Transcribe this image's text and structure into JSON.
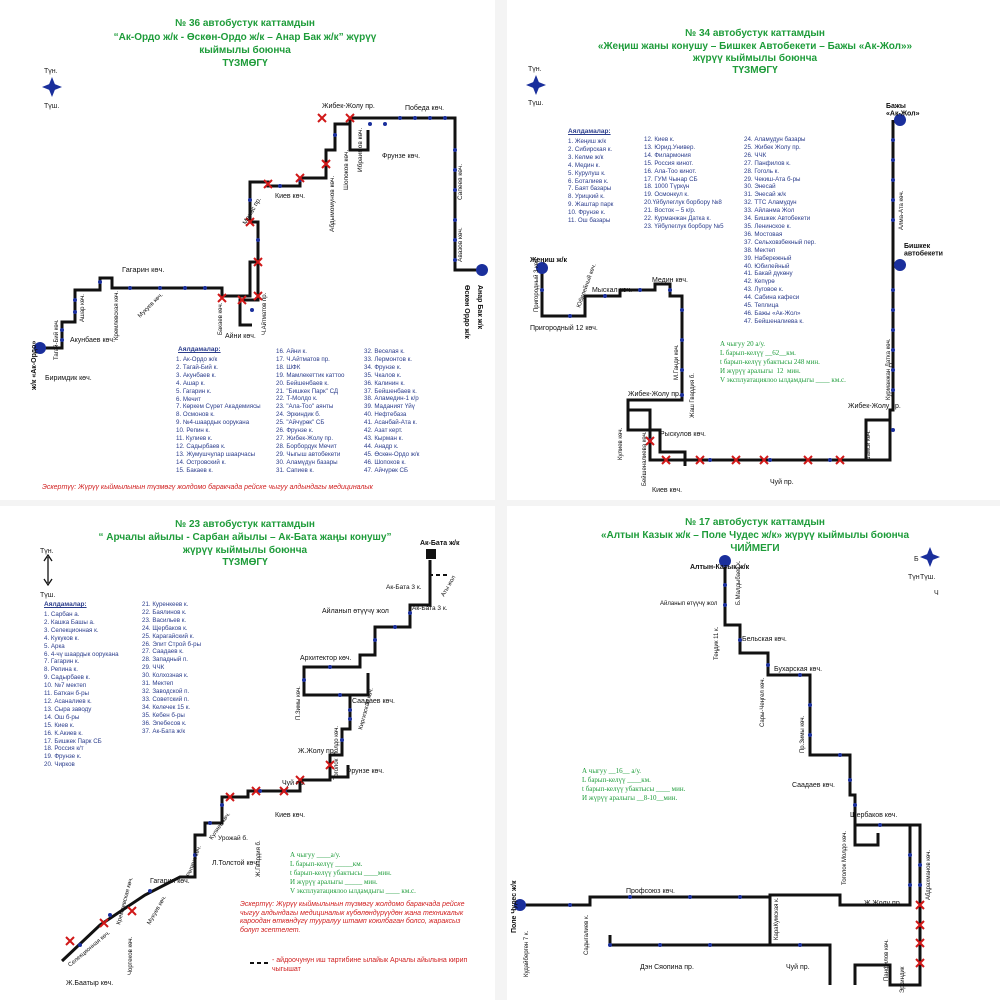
{
  "p36": {
    "title1": "№ 36 автобустук каттамдын",
    "title2": "“Ак-Ордо ж/к  -  Өскөн-Ордо ж/к – Анар Бак ж/к” жүрүү",
    "title3": "кыймылы боюнча",
    "title4": "ТҮЗМӨГҮ",
    "compass_n": "Түн.",
    "compass_s": "Түш.",
    "stops_header": "Аялдамалар:",
    "stops_col1": "1. Ак-Ордо ж/к\n2. Тагай-Бий к.\n3. Акунбаев к.\n4. Ашар к.\n5. Гагарин к.\n6. Мечит\n7. Көркем Сүрөт Академиясы\n8. Осмонов к.\n9. №4-шаардык оорукана\n10. Репин к.\n11. Кулиев к.\n12. Садырбаев к.\n13. Жумушчулар шаарчасы\n14. Островский к.\n15. Бакаев к.",
    "stops_col2": "16. Айни к.\n17. Ч.Айтматов пр.\n18. ШФК\n19. Мамлекеттик каттоо\n20. Бейшенбаев к.\n21. \"Бишкек Парк\" СД\n22. Т-Молдо к.\n23. \"Ала-Тоо\" аянты\n24. Эркиндик б.\n25. \"Айчүрөк\" СБ\n26. Фрунзе к.\n27. Жибек-Жолу пр.\n28. Борбордук Мечит\n29. Чыгыш автобекети\n30. Аламүдүн базары\n31. Сапиев к.",
    "stops_col3": "32. Веселая к.\n33. Лермонтов к.\n34. Фрунзе к.\n35. Чкалов к.\n36. Калинин к.\n37. Бейшенбаев к.\n38. Аламедин-1 к/р\n39. Маданият Үйү\n40. Нефтебаза\n41. Асанбай-Ата к.\n42. Азат керт.\n43. Кырман к.\n44. Анадр к.\n45. Өскөн-Ордо ж/к\n46. Шопоков к.\n47. Айчүрөк СБ",
    "warning": "Эскертүү:  Жүрүү кыймылынын түзмөгү жолдомо баракчада рейске чыгуу алдындагы медициналык",
    "lbl_akordo": "ж/к «Ак-Ордо»",
    "lbl_birimdik": "Биримдик көч.",
    "lbl_akunbaev": "Акунбаев көч.",
    "lbl_gagarin": "Гагарин көч.",
    "lbl_kievk": "Киев көч.",
    "lbl_ayni": "Айни көч.",
    "lbl_zhibek": "Жибек-Жолу пр.",
    "lbl_pobeda": "Победа көч.",
    "lbl_fruneo": "Фрунзе көч.",
    "lbl_anarbak": "Анар Бак ж/к",
    "lbl_oskon": "Өскөн Ордо ж/к",
    "lbl_sapeyev": "Сапеев көч.",
    "lbl_avazov": "Авазов көч.",
    "lbl_manas": "Манас пр.",
    "lbl_shopokov": "Шопоков көч.",
    "lbl_abdumomunov": "Абдымомунов көч.",
    "lbl_ibraimov": "Ибраимов көч.",
    "lbl_tagaybiy": "Тагай-Бий көч.",
    "lbl_ashar": "Ашар көч.",
    "lbl_kremenko": "Кремлевская көч.",
    "lbl_mukuev": "Мукуев көч.",
    "lbl_bakaev": "Бакаев көч.",
    "lbl_aytmatov": "Ч.Айтматов пр."
  },
  "p34": {
    "title1": "№ 34  автобустук каттамдын",
    "title2": "«Жеңиш жаны конушу – Бишкек Автобекети – Бажы «Ак-Жол»»",
    "title3": "жүрүү кыймылы боюнча",
    "title4": "ТҮЗМӨГҮ",
    "compass_n": "Түн.",
    "compass_s": "Түш.",
    "stops_header": "Аялдамалар:",
    "stops_col1": "1. Жеңиш ж/к\n2. Сибирская к.\n3. Келме ж/к\n4. Медин к.\n5. Курулуш к.\n6. Боталиев к.\n7. Баят базары\n8. Урицкий к.\n9. Жаштар парк\n10. Фрунзе к.\n11. Ош базары",
    "stops_col2": "12. Киев к.\n13. Юрид.Универ.\n14. Филармония\n15. Россия кинот.\n16. Ала-Тоо кинот.\n17. ГУМ Чынар СБ\n18. 1000 Түркүн\n19. Осмонкул к.\n20.Үйбулеглук борбору №8\n21. Восток – 5 к/р.\n22. Курманжан Датка к.\n23. Үйбулеглук борбору №5",
    "stops_col3": "24. Аламудун базары\n25. Жибек Жолу пр.\n26. ЧЧК\n27. Панфилов к.\n28. Гоголь к.\n29. Чекиш-Ата б-ры\n30. Энесай\n31. Энесай ж/к\n32. ТТС Аламудун\n33. Айланма Жол\n34. Бишкек Автобекети\n35. Ленинское к.\n36. Мостовая\n37. Сельховзбекный пер.\n38. Мектеп\n39. Набережный\n40. Юбилейный\n41. Бакай дүкөну\n42. Кепүрө\n43. Луговое к.\n44. Сабина кафеси\n45. Теплица\n46. Бажы «Ак-Жол»\n47. Бейшеналиева к.",
    "green": "А чыгуу 20 а/у.\nL барып-келүү __62__км.\nt барып-келүү убактысы 248 мин.\nИ жүрүү аралыгы  12  мин.\nV эксплуатациялоо ылдамдыгы ____ км.с.",
    "lbl_bazhy": "Бажы\n«Ак-Жол»",
    "lbl_bishkek": "Бишкек\nавтобекети",
    "lbl_zhenish": "Жеңиш ж/к",
    "lbl_prigor3": "Пригородный 3 көч.",
    "lbl_prigor12": "Пригородный 12 көч.",
    "lbl_ubileyny": "Юбилейный көч.",
    "lbl_myskal": "Мыскал көч.",
    "lbl_medin": "Медин көч.",
    "lbl_zhibek": "Жибек-Жолу пр.",
    "lbl_ryskulov": "Рыскулов көч.",
    "lbl_kiev": "Киев көч.",
    "lbl_chuy": "Чуй пр.",
    "lbl_zhibek2": "Жибек-Жолу пр.",
    "lbl_kulieva": "Кулиев көч.",
    "lbl_alma_ata": "Алма-Ата көч.",
    "lbl_kurmanzhan": "Курманжан Датка көч.",
    "lbl_mgandi": "М.Ганди көч.",
    "lbl_zhash": "Жаш Гвардия б.",
    "lbl_beysh": "Бейшеналиева көч.",
    "lbl_shamsi": "Шамси көч."
  },
  "p23": {
    "title1": "№ 23  автобустук каттамдын",
    "title2": "“ Арчалы айылы - Сарбан  айылы – Ак-Бата жаңы конушу”",
    "title3": "жүрүү кыймылы боюнча",
    "title4": "ТҮЗМӨГҮ",
    "compass_n": "Түн.",
    "compass_s": "Түш.",
    "stops_header": "Аялдамалар:",
    "stops_col1": "1. Сарбан а.\n2. Кашка Башы а.\n3. Селекционная к.\n4. Кукуков к.\n5. Арка\n6. 4-чү шаардык оорукана\n7. Гагарин к.\n8. Репина к.\n9. Садырбаев к.\n10. №7 мектеп\n11. Баткан б-ры\n12. Асаналиев к.\n13. Сыра заводу\n14. Ош б-ры\n15. Киев к.\n16. К.Акиев к.\n17. Бишкек Парк СБ\n18. Россия к/т\n19. Фрунзе к.\n20. Чирков",
    "stops_col2": "21. Куренкеев к.\n22. Баялинов к.\n23. Васильев к.\n24. Щербаков к.\n25. Карагайский к.\n26. Элит Строй б-ры\n27. Саадаев к.\n28. Западный п.\n29. ЧЧК\n30. Колхозная к.\n31. Мектеп\n32. Заводской п.\n33. Советский п.\n34. Келечек 15 к.\n35. Кебен б-ры\n36. Элебесов к.\n37. Ак-Бата ж/к",
    "green": "А чыгуу ____а/у.\nL барып-келүү _____км.\nt барып-келүү убактысы ____мин.\nИ жүрүү аралыгы _____ мин.\nV эксплуатациялоо ылдамдыгы ____ км.с.",
    "warning": "Эскертүү: Жүрүү кыймылынын түзмөгү жолдомо баракчада рейске чыгуу алдындагы медициналык күбөлөндүрүүдөн  жана  техникалык  кароодан өткөндүгү тууралуу штамп коюлбаган болсо, жараксыз болуп эсептелет.",
    "legend_dash": "- айдоочунун иш тартибине ылайык Арчалы айылына кирип чыгышат",
    "lbl_akbata": "Ак-Бата ж/к",
    "lbl_akbata3": "Ак-Бата 3 к.",
    "lbl_akbata3b": "Ак-Бата 3 к.",
    "lbl_atyzhol": "Аты жол",
    "lbl_aylanpy": "Айланып өтүүчү жол",
    "lbl_arhitektor": "Архитектор көч.",
    "lbl_saadaev": "Саадаев көч.",
    "lbl_pzimy": "П.Зимы көч.",
    "lbl_tolon": "Тоголок Молдо көч.",
    "lbl_zhzholu": "Ж.Жолу пр.",
    "lbl_kirgizskaya": "Киргизская көч.",
    "lbl_frunze": "Фрунзе көч.",
    "lbl_chuy": "Чуй пр.",
    "lbl_kiev": "Киев көч.",
    "lbl_kuliev": "Кулиев көч.",
    "lbl_urozh": "Урожай б.",
    "lbl_ltolstoy": "Л.Толстой көч.",
    "lbl_zhgvard": "Ж.Гвардия б.",
    "lbl_repina": "Репина көч.",
    "lbl_gagarin": "Гагарин көч.",
    "lbl_kremlev": "Кремлевская көч.",
    "lbl_seleks": "Селекционная көч.",
    "lbl_chortkov": "Чортеков көч.",
    "lbl_zhbatyr": "Ж.Баатыр көч.",
    "lbl_mukuev": "Мукуев көч."
  },
  "p17": {
    "title1": "№ 17  автобустук каттамдын",
    "title2": "«Алтын Казык ж/к  –  Поле Чудес ж/к» жүрүү кыймылы боюнча",
    "title3": "ЧИЙМЕГИ",
    "compass_n": "Б",
    "compass_s": "Түш.",
    "compass_e": "Ч",
    "compass_w": "Түн",
    "green": "А чыгуу __16__ а/у.\nL барып-келүү ____км.\nt барып-келүү убактысы ____ мин.\nИ жүрүү аралыгы __8-10__мин.",
    "lbl_altyn": "Алтын-Казык ж/к",
    "lbl_aylanpy": "Айланып өтүүчү жол",
    "lbl_malikdaev": "Б.Малдыбаев к.",
    "lbl_tenduk": "Теңдик 11 к.",
    "lbl_belskaya": "Бельская көч.",
    "lbl_buharskaya": "Бухарская көч.",
    "lbl_sarychenkov": "Сары-Чеңгел көч.",
    "lbl_przimy": "Пр.Зимы көч.",
    "lbl_saadaev": "Саадаев көч.",
    "lbl_sherbakov": "Щербаков көч.",
    "lbl_togolok": "Тоголок Молдо көч.",
    "lbl_abdrahm": "Абдрахманов көч.",
    "lbl_zhzholu": "Ж.Жолу пр.",
    "lbl_polechudes": "Поле Чудес ж/к",
    "lbl_profsoyuz": "Профсоюз көч.",
    "lbl_karakul": "КараКумская к.",
    "lbl_chuy": "Чуй пр.",
    "lbl_dzen": "Дэн Сяопина пр.",
    "lbl_sadygalev": "Садыгалиев к.",
    "lbl_kudayberg": "Кудайберген 7 к.",
    "lbl_panfilov": "Панфилов көч.",
    "lbl_erkindik": "Эркиндик"
  }
}
